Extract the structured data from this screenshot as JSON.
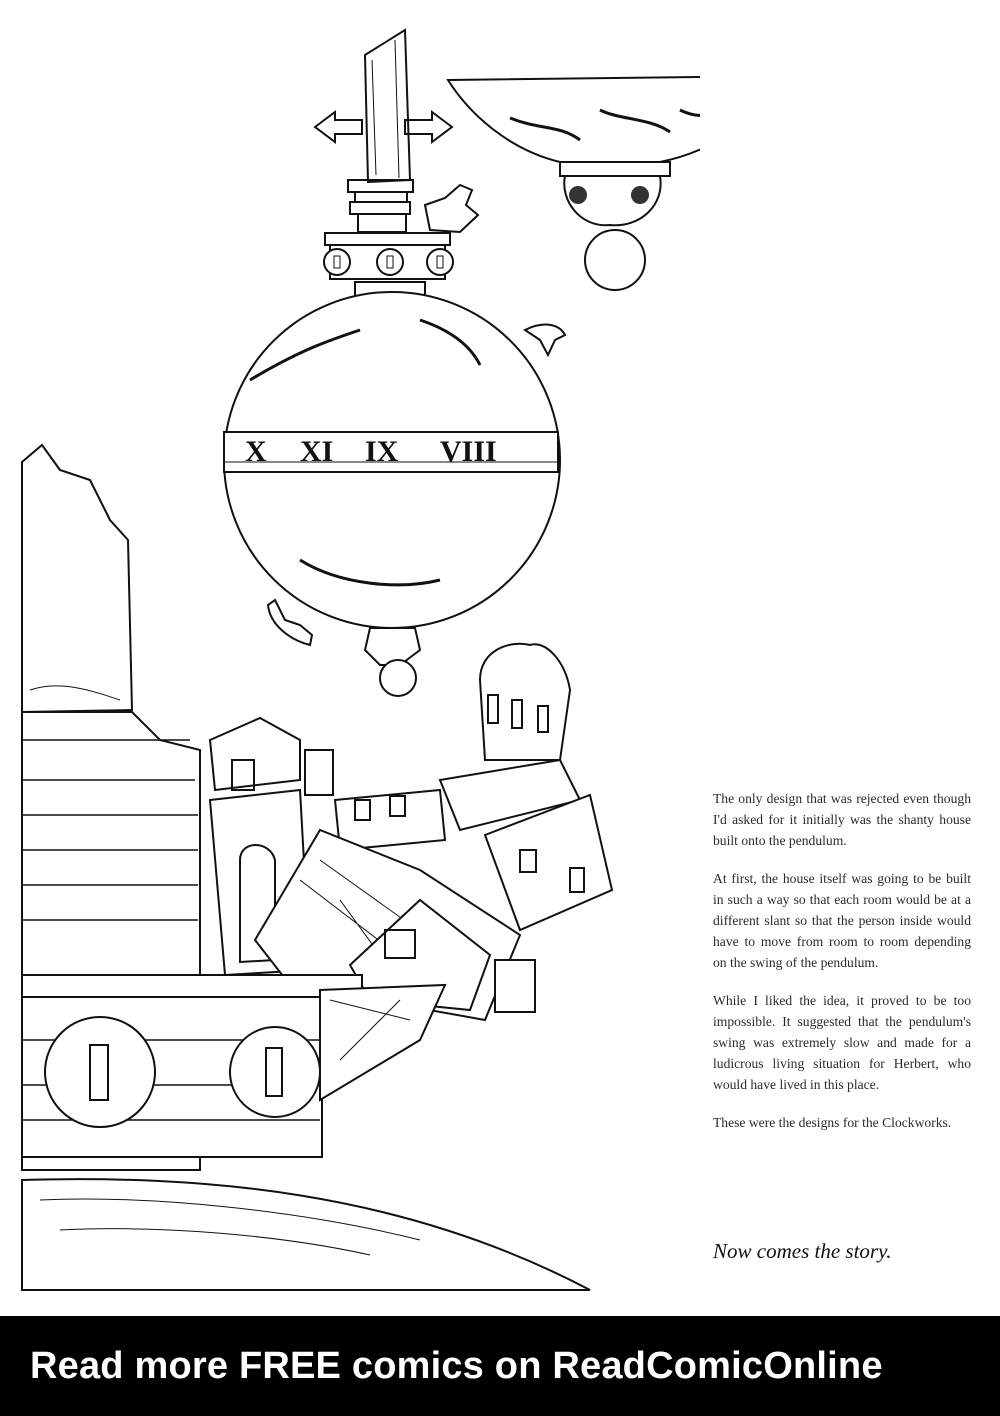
{
  "illustration": {
    "description_icon": "ink-drawing-clockwork-pendulum-house",
    "clock_numerals": [
      "X",
      "XI",
      "IX",
      "VIII"
    ]
  },
  "paragraphs": [
    "The only design that was rejected even though I'd asked for it initially was the shanty house built onto the pendulum.",
    "At first, the house itself was going to be built in such a way so that each room would be at a different slant so that the person inside would have to move from room to room depending on the swing of the pendulum.",
    "While I liked the idea, it proved to be too impossible. It suggested that the pendulum's swing was extremely slow and made for a ludicrous living situation for Herbert, who would have lived in this place.",
    "These were the designs for the Clockworks."
  ],
  "closing_line": "Now comes the story.",
  "banner": {
    "text": "Read more FREE comics on ReadComicOnline"
  },
  "colors": {
    "ink": "#111111",
    "paper": "#ffffff",
    "banner_bg": "#000000",
    "banner_text": "#ffffff"
  }
}
